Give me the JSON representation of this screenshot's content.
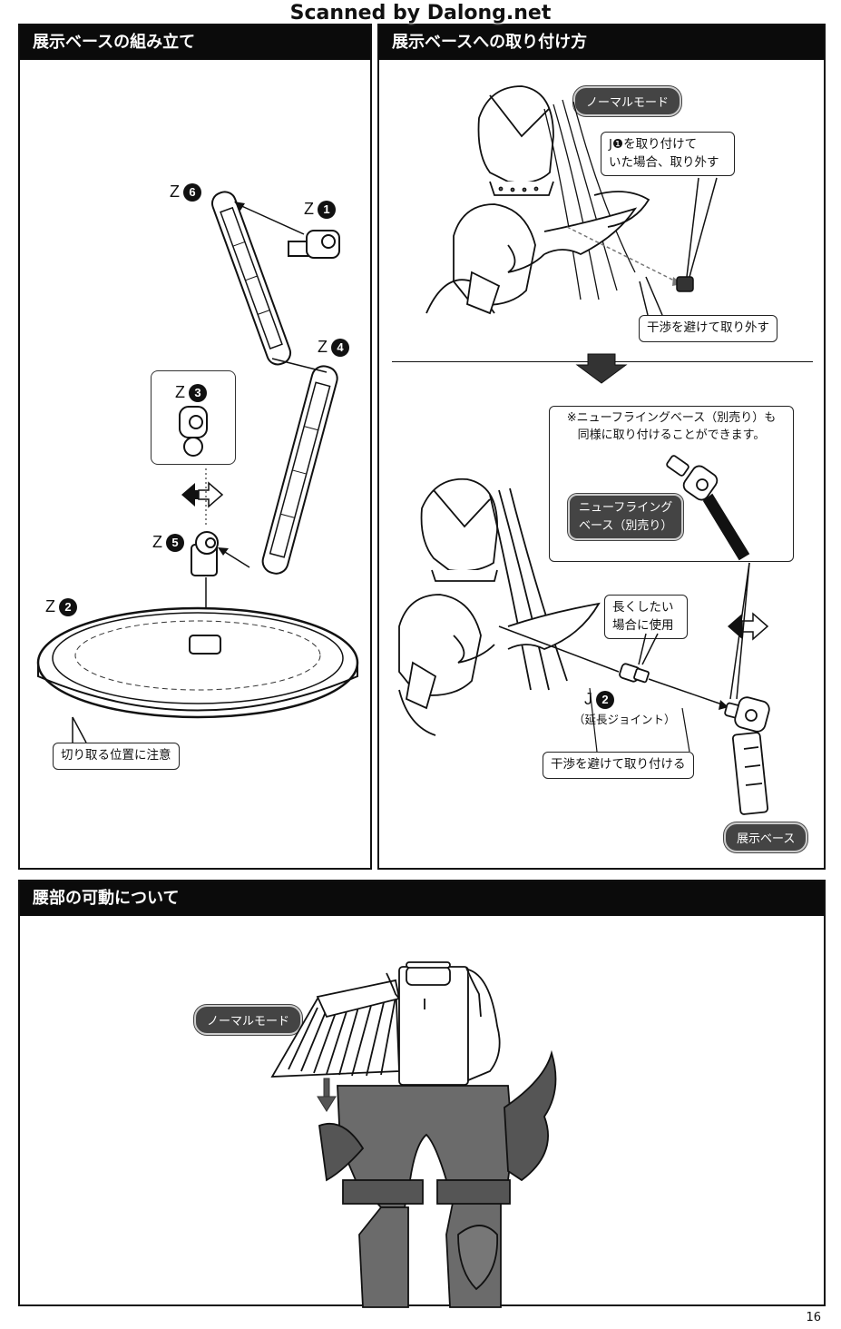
{
  "watermark": "Scanned by Dalong.net",
  "panels": {
    "assembly": {
      "title": "展示ベースの組み立て"
    },
    "attach": {
      "title": "展示ベースへの取り付け方"
    },
    "waist": {
      "title": "腰部の可動について"
    }
  },
  "parts": {
    "z6": {
      "letter": "Z",
      "num": "6"
    },
    "z1": {
      "letter": "Z",
      "num": "1"
    },
    "z4": {
      "letter": "Z",
      "num": "4"
    },
    "z3": {
      "letter": "Z",
      "num": "3"
    },
    "z5": {
      "letter": "Z",
      "num": "5"
    },
    "z2": {
      "letter": "Z",
      "num": "2"
    },
    "j2": {
      "letter": "J",
      "num": "2",
      "sub": "（延長ジョイント）"
    }
  },
  "notes": {
    "cut_position": "切り取る位置に注意",
    "j1_remove": "J❶を取り付けて\nいた場合、取り外す",
    "avoid_remove": "干渉を避けて取り外す",
    "flying_base": "※ニューフライングベース（別売り）も\n同様に取り付けることができます。",
    "extend_use": "長くしたい\n場合に使用",
    "avoid_attach": "干渉を避けて取り付ける"
  },
  "tags": {
    "normal_mode_1": "ノーマルモード",
    "new_flying_base": "ニューフライング\nベース（別売り）",
    "display_base": "展示ベース",
    "normal_mode_2": "ノーマルモード"
  },
  "page_number": "16"
}
